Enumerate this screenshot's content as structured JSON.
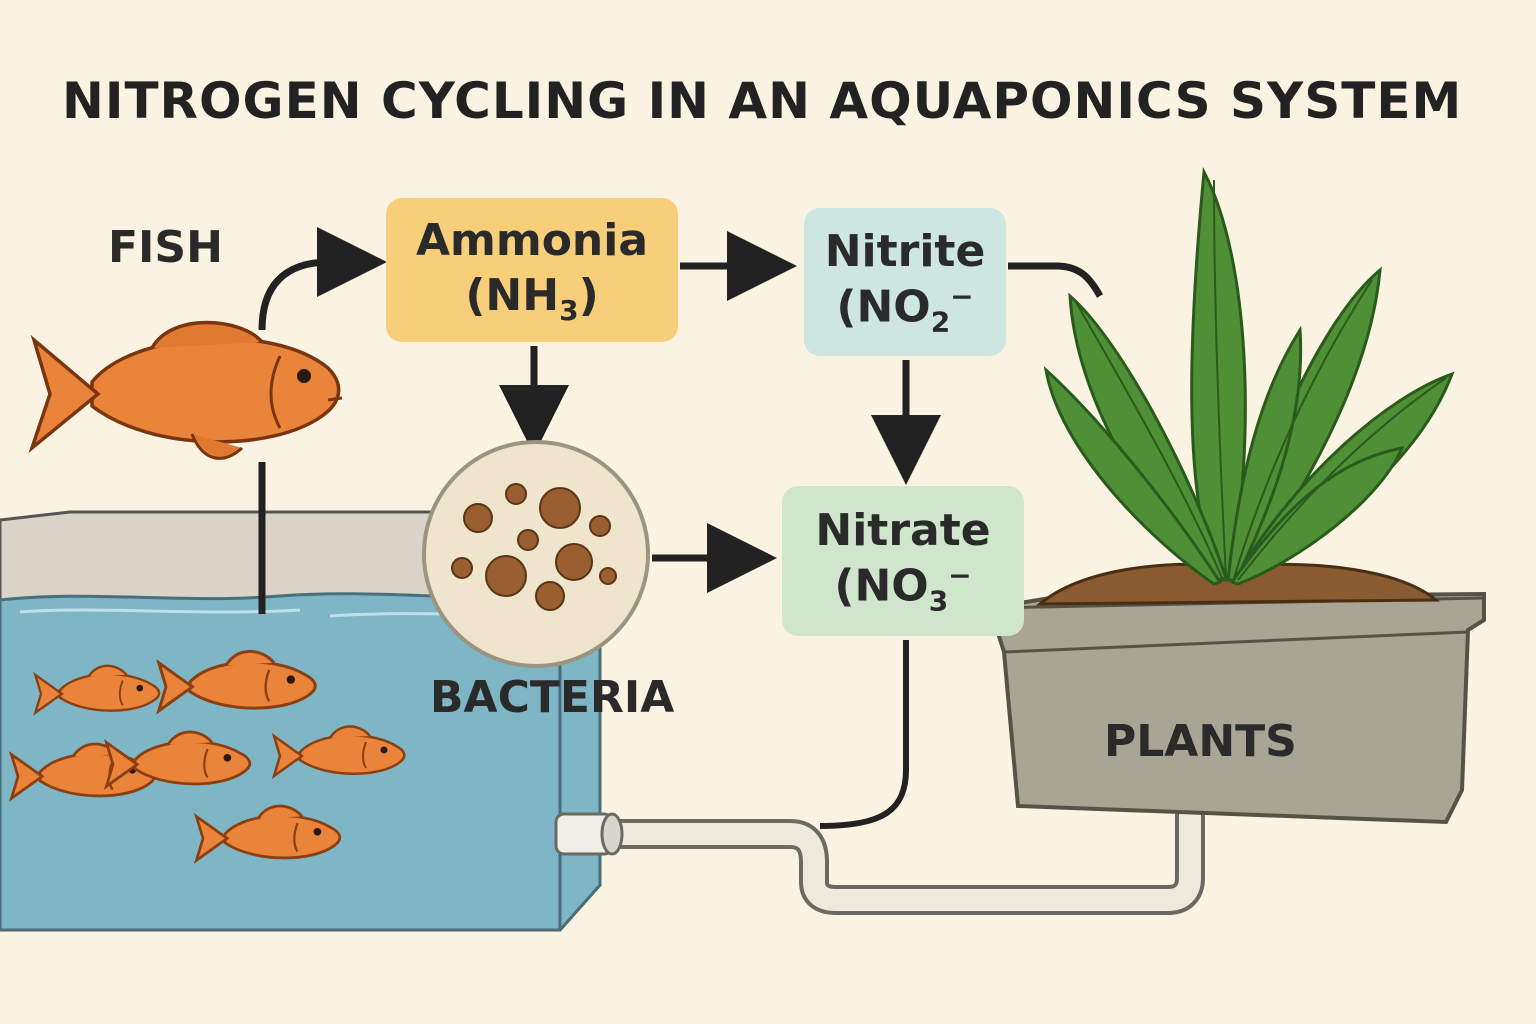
{
  "title": "NITROGEN CYCLING IN AN AQUAPONICS SYSTEM",
  "labels": {
    "fish": "FISH",
    "bacteria": "BACTERIA",
    "plants": "PLANTS"
  },
  "nodes": {
    "ammonia": {
      "name": "Ammonia",
      "formula_open": "(NH",
      "formula_sub": "3",
      "formula_close": ")"
    },
    "nitrite": {
      "name": "Nitrite",
      "formula_open": "(NO",
      "formula_sub": "2",
      "formula_sup": "−"
    },
    "nitrate": {
      "name": "Nitrate",
      "formula_open": "(NO",
      "formula_sub": "3",
      "formula_sup": "−"
    }
  },
  "colors": {
    "background": "#fbf3e2",
    "ammonia_box": "#f7cf7a",
    "nitrite_box": "#cde6e2",
    "nitrate_box": "#cfe6cc",
    "water": "#7fb6c6",
    "fish": "#e9843a",
    "leaf": "#4f8f36",
    "pot": "#a8a595",
    "soil": "#8a5a30",
    "bacteria": "#9a5f30"
  },
  "icons": [
    "fish-icon",
    "tank-icon",
    "bacteria-icon",
    "plant-icon",
    "pipe-icon"
  ]
}
